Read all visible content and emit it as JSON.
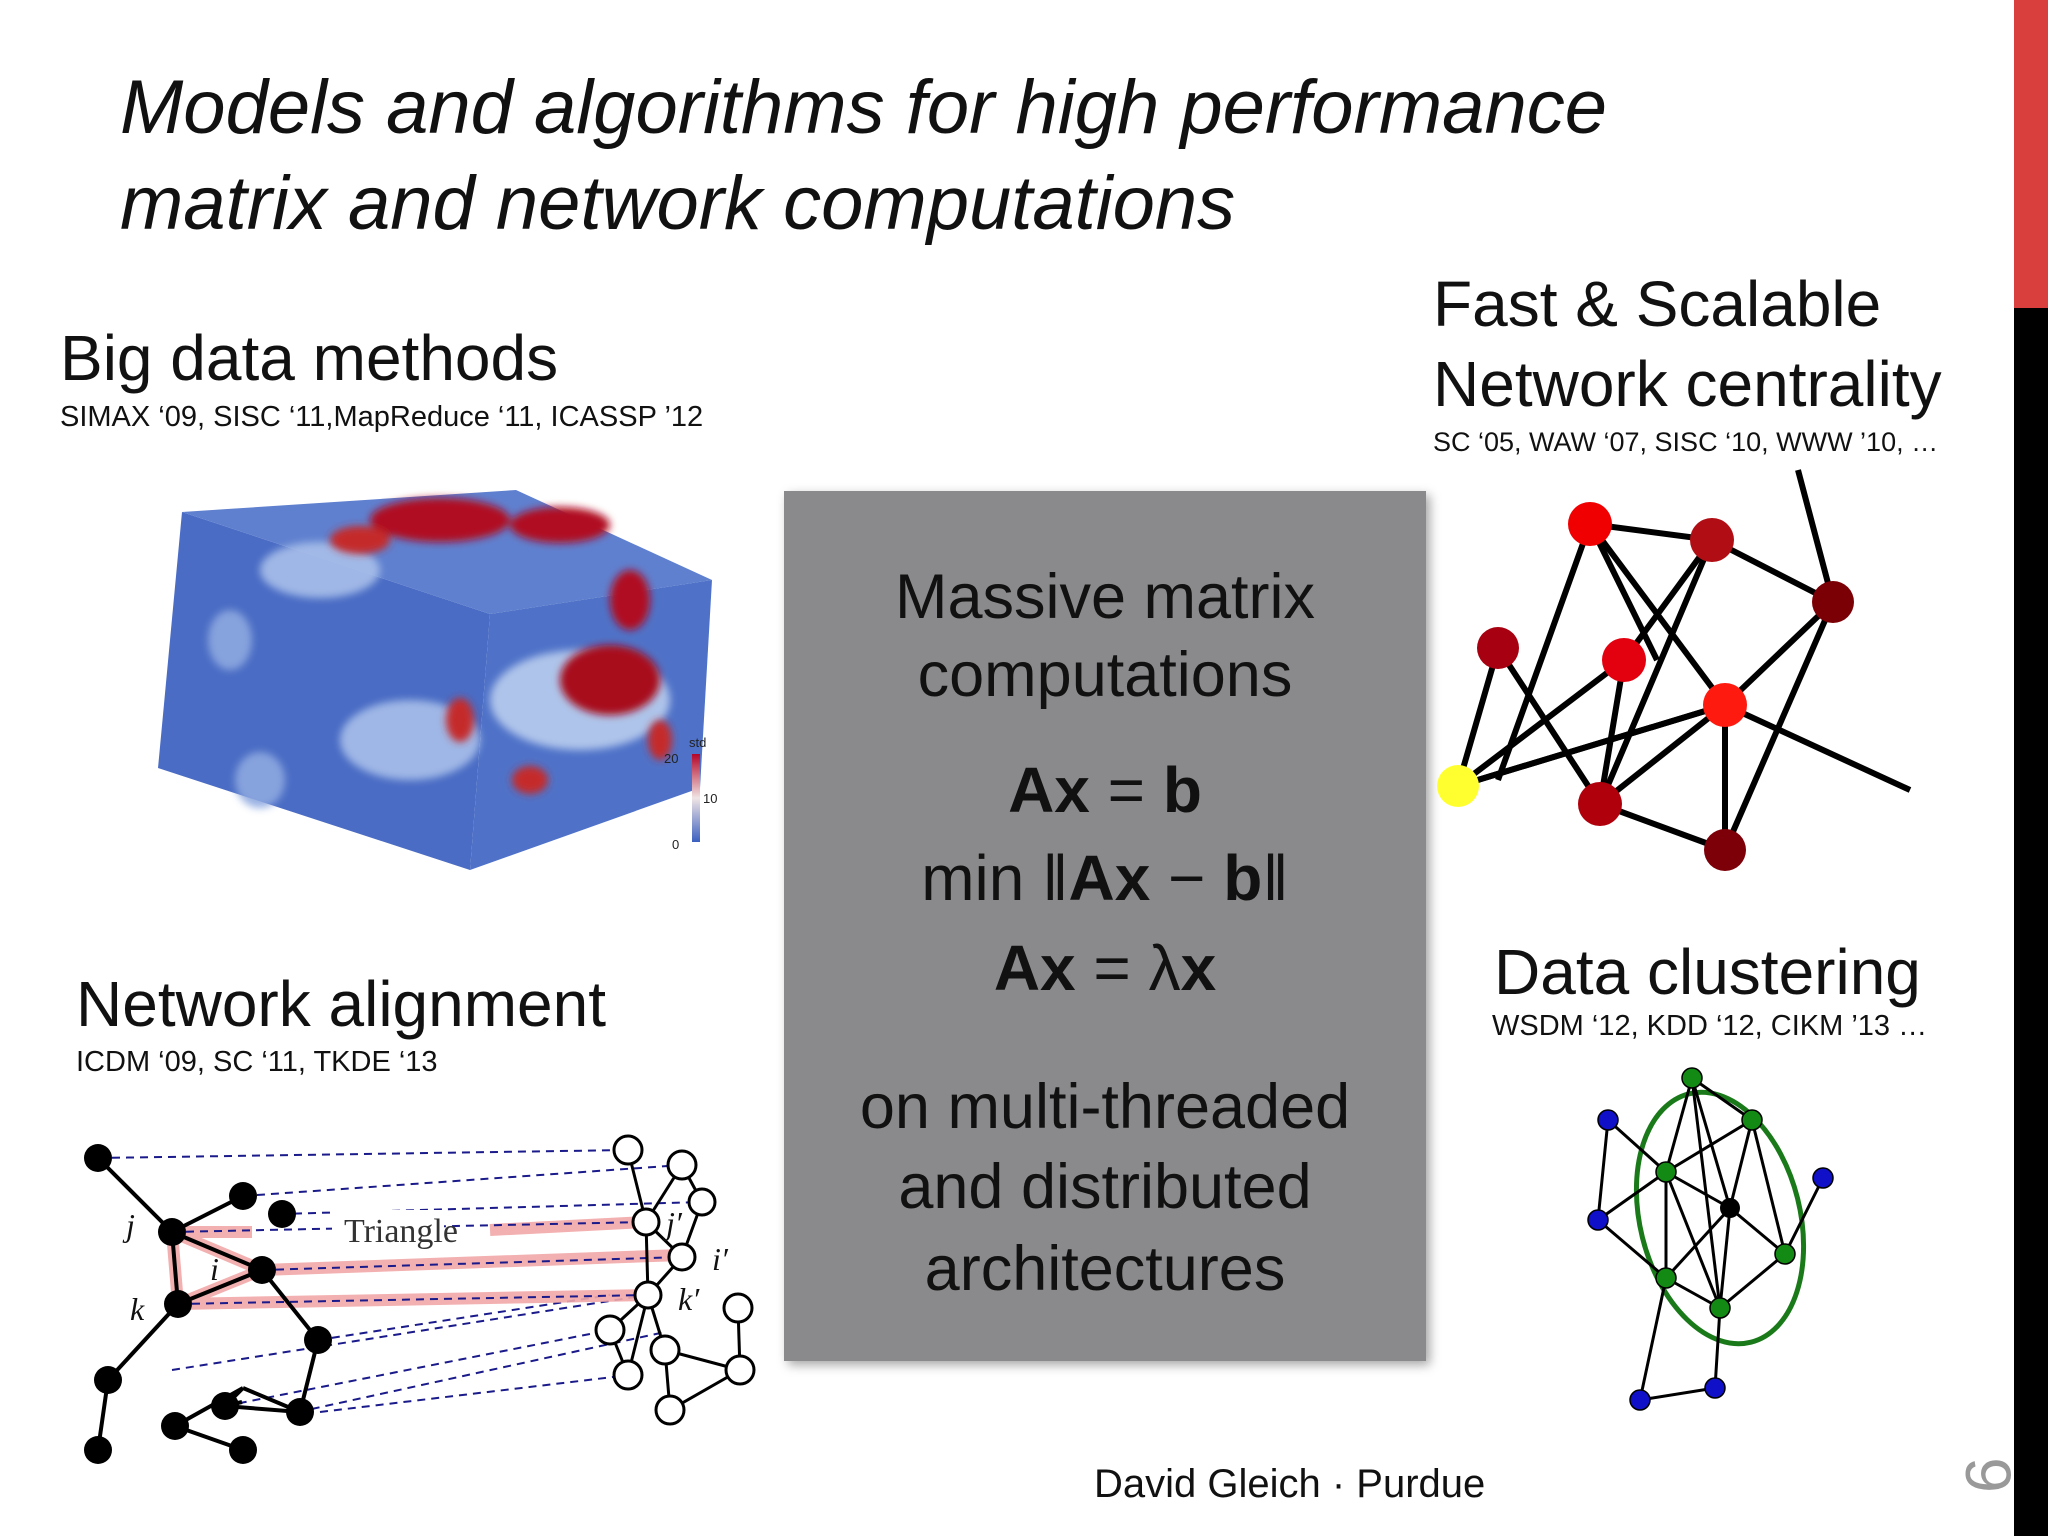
{
  "slide": {
    "title_line1": "Models and algorithms for high performance",
    "title_line2": "matrix and network computations",
    "page_number": "9",
    "footer": "David Gleich · Purdue",
    "colors": {
      "accent_red": "#d9403d",
      "box_gray": "#8a8a8c"
    }
  },
  "sections": {
    "big_data": {
      "heading": "Big data methods",
      "citations": "SIMAX ‘09, SISC ‘11,MapReduce ‘11,  ICASSP ’12"
    },
    "centrality": {
      "heading_line1": "Fast & Scalable",
      "heading_line2": "Network centrality",
      "citations": "SC ‘05, WAW ‘07, SISC ‘10, WWW ’10, …"
    },
    "alignment": {
      "heading": "Network alignment",
      "citations": "ICDM ‘09, SC ‘11, TKDE ‘13"
    },
    "clustering": {
      "heading": "Data clustering",
      "citations": "WSDM ‘12, KDD ‘12, CIKM ’13 …"
    }
  },
  "center_box": {
    "line1": "Massive matrix",
    "line2": "computations",
    "eq1": {
      "lhs": "Ax",
      "mid": " = ",
      "rhs": "b"
    },
    "eq2": {
      "pre": "min ‖",
      "a": "Ax",
      "minus": " − ",
      "b": "b",
      "post": "‖"
    },
    "eq3": {
      "lhs": "Ax",
      "mid": " = λ",
      "rhs": "x"
    },
    "bottom1": "on multi-threaded",
    "bottom2": "and distributed",
    "bottom3": "architectures"
  },
  "colorbar": {
    "label": "std",
    "ticks": [
      "20",
      "10",
      "0"
    ]
  },
  "alignment_figure": {
    "triangle_label": "Triangle",
    "labels": {
      "j": "j",
      "i": "i",
      "k": "k",
      "j_prime": "j′",
      "i_prime": "i′",
      "k_prime": "k′"
    }
  }
}
